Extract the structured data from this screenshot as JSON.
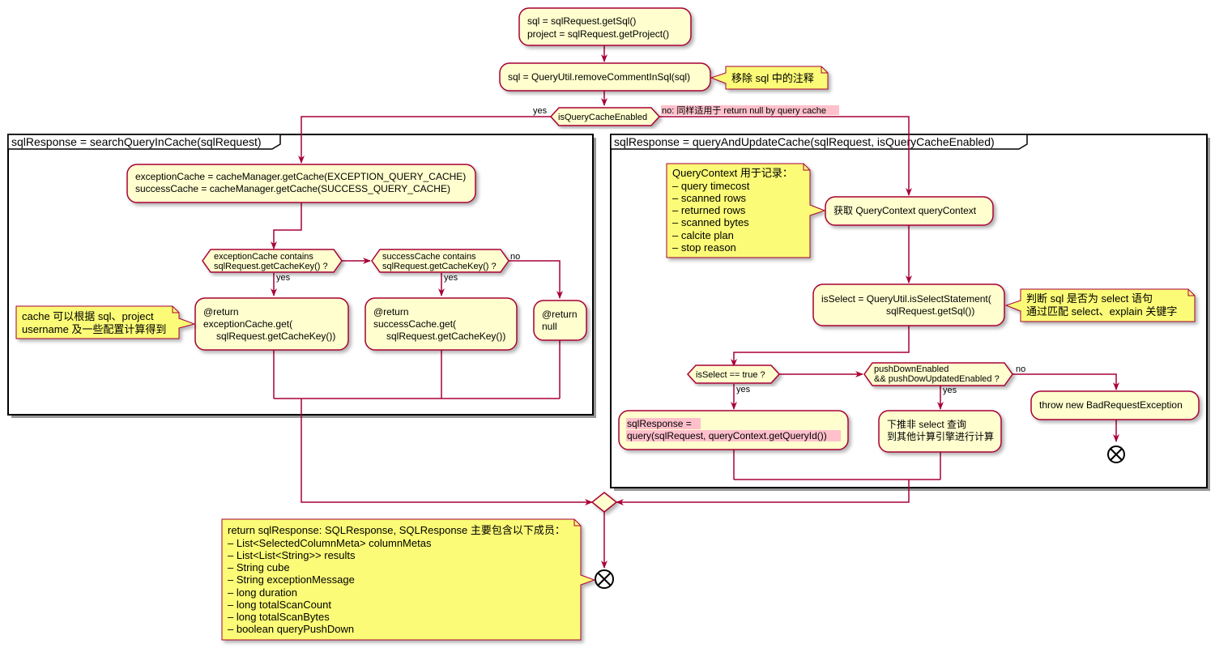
{
  "nodes": {
    "init_1": "sql = sqlRequest.getSql()",
    "init_2": "project = sqlRequest.getProject()",
    "remove_comment": "sql = QueryUtil.removeCommentInSql(sql)",
    "note_remove_comment": "移除 sql 中的注释",
    "cond_cache_enabled": "isQueryCacheEnabled",
    "label_yes": "yes",
    "label_no_cache": "no: 同样适用于 return null by query cache"
  },
  "left_partition": {
    "title": "sqlResponse = searchQueryInCache(sqlRequest)",
    "get_cache_1": "exceptionCache = cacheManager.getCache(EXCEPTION_QUERY_CACHE)",
    "get_cache_2": "successCache = cacheManager.getCache(SUCCESS_QUERY_CACHE)",
    "cond_exception_1": "exceptionCache contains",
    "cond_exception_2": "sqlRequest.getCacheKey() ?",
    "cond_success_1": "successCache contains",
    "cond_success_2": "sqlRequest.getCacheKey() ?",
    "label_yes_1": "yes",
    "label_yes_2": "yes",
    "label_no": "no",
    "ret_exception_1": "@return",
    "ret_exception_2": "exceptionCache.get(",
    "ret_exception_3": "sqlRequest.getCacheKey())",
    "ret_success_1": "@return",
    "ret_success_2": "successCache.get(",
    "ret_success_3": "sqlRequest.getCacheKey())",
    "ret_null_1": "@return",
    "ret_null_2": "null",
    "note_cache_1": "cache 可以根据 sql、project",
    "note_cache_2": "username 及一些配置计算得到"
  },
  "right_partition": {
    "title": "sqlResponse = queryAndUpdateCache(sqlRequest, isQueryCacheEnabled)",
    "note_context": [
      "QueryContext 用于记录：",
      "– query timecost",
      "– scanned rows",
      "– returned rows",
      "– scanned bytes",
      "– calcite plan",
      "– stop reason"
    ],
    "get_context": "获取 QueryContext queryContext",
    "is_select_1": "isSelect = QueryUtil.isSelectStatement(",
    "is_select_2": "sqlRequest.getSql())",
    "note_select_1": "判断 sql 是否为 select 语句",
    "note_select_2": "通过匹配 select、explain 关键字",
    "cond_is_select": "isSelect == true ?",
    "cond_pushdown_1": "pushDownEnabled",
    "cond_pushdown_2": "&& pushDowUpdatedEnabled ?",
    "label_yes_1": "yes",
    "label_yes_2": "yes",
    "label_no": "no",
    "throw": "throw new BadRequestException",
    "query_1": "sqlResponse =",
    "query_2": "query(sqlRequest, queryContext.getQueryId())",
    "pushdown_1": "下推非 select 查询",
    "pushdown_2": "到其他计算引擎进行计算"
  },
  "final_note": [
    "return sqlResponse: SQLResponse, SQLResponse 主要包含以下成员：",
    "– List<SelectedColumnMeta> columnMetas",
    "– List<List<String>> results",
    "– String cube",
    "– String exceptionMessage",
    "– long duration",
    "– long totalScanCount",
    "– long totalScanBytes",
    "– boolean queryPushDown"
  ],
  "colors": {
    "node_fill": "#FEFECE",
    "node_border": "#A80036",
    "note_fill": "#FBFB77",
    "highlight": "#FFC0CB"
  }
}
